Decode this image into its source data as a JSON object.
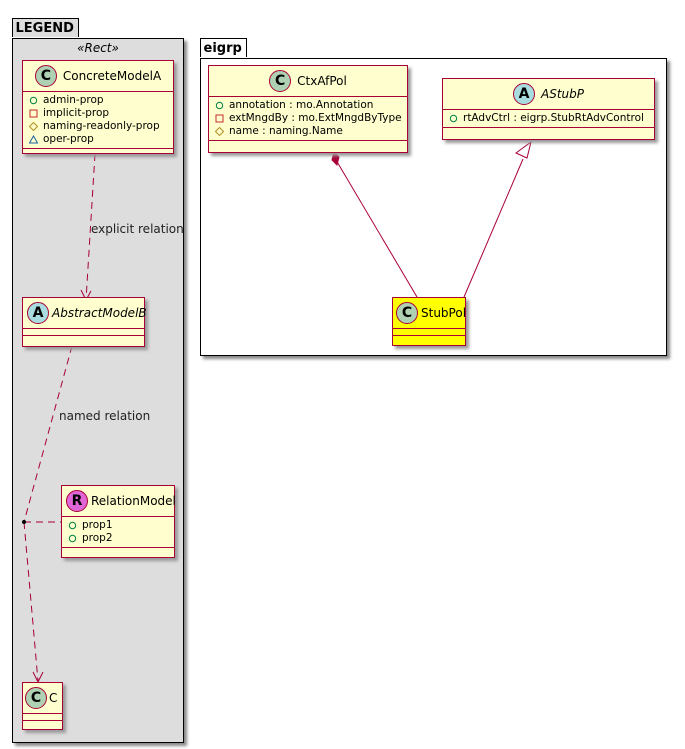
{
  "colors": {
    "class_fill": "#fefece",
    "class_border": "#a80036",
    "highlight_fill": "#ffff00",
    "legend_bg": "#dddddd",
    "circle_class": "#add1b2",
    "circle_abstract": "#a9dcdf",
    "circle_relation": "#e066d6"
  },
  "legend": {
    "package_name": "LEGEND",
    "stereotype": "«Rect»",
    "classes": {
      "concrete": {
        "kind": "C",
        "name": "ConcreteModelA",
        "attributes": [
          {
            "visibility": "public-circle",
            "text": "admin-prop"
          },
          {
            "visibility": "private-square",
            "text": "implicit-prop"
          },
          {
            "visibility": "protected-diamond",
            "text": "naming-readonly-prop"
          },
          {
            "visibility": "package-triangle",
            "text": "oper-prop"
          }
        ]
      },
      "abstract": {
        "kind": "A",
        "name": "AbstractModelB"
      },
      "relation": {
        "kind": "R",
        "name": "RelationModel",
        "attributes": [
          {
            "visibility": "public-circle",
            "text": "prop1"
          },
          {
            "visibility": "public-circle",
            "text": "prop2"
          }
        ]
      },
      "target": {
        "kind": "C",
        "name": "C"
      }
    },
    "edges": {
      "explicit_label": "explicit relation",
      "named_label": "named relation"
    }
  },
  "eigrp": {
    "package_name": "eigrp",
    "classes": {
      "ctx": {
        "kind": "C",
        "name": "CtxAfPol",
        "attributes": [
          {
            "visibility": "public-circle",
            "text": "annotation : mo.Annotation"
          },
          {
            "visibility": "private-square",
            "text": "extMngdBy : mo.ExtMngdByType"
          },
          {
            "visibility": "protected-diamond",
            "text": "name : naming.Name"
          }
        ]
      },
      "astub": {
        "kind": "A",
        "name": "AStubP",
        "attributes": [
          {
            "visibility": "public-circle",
            "text": "rtAdvCtrl : eigrp.StubRtAdvControl"
          }
        ]
      },
      "stubpol": {
        "kind": "C",
        "name": "StubPol"
      }
    }
  }
}
